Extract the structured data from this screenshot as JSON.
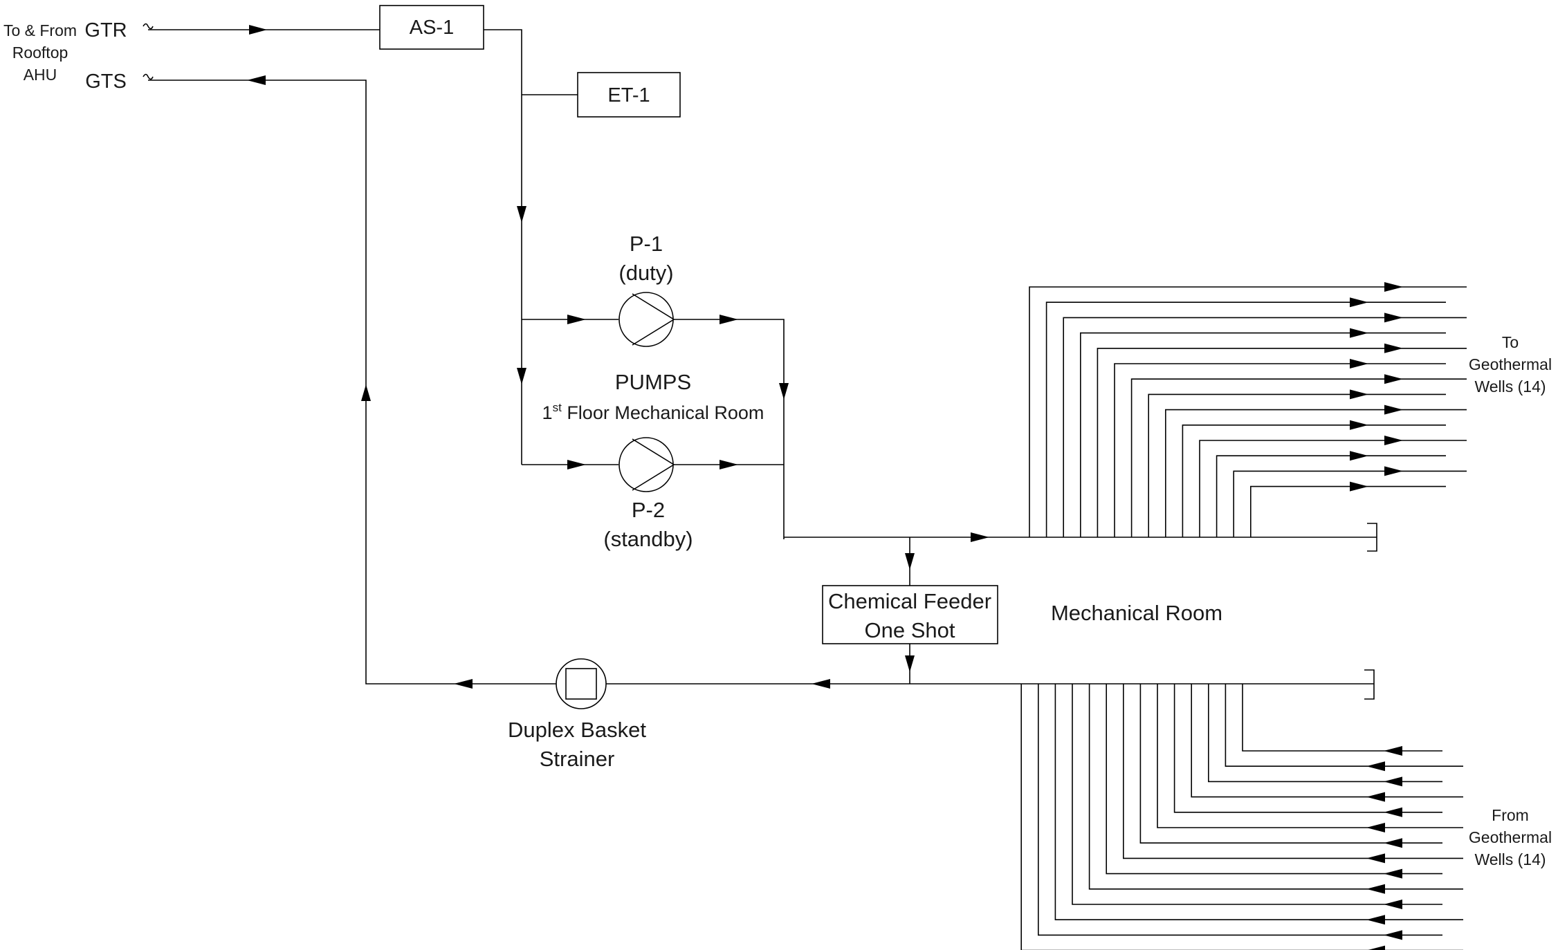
{
  "diagram": {
    "line_color": "#000000",
    "background": "#ffffff",
    "rooftop_label": [
      "To & From",
      "Rooftop",
      "AHU"
    ],
    "gtr_label": "GTR",
    "gts_label": "GTS",
    "air_separator": "AS-1",
    "expansion_tank": "ET-1",
    "pump1": {
      "tag": "P-1",
      "role": "(duty)"
    },
    "pump2": {
      "tag": "P-2",
      "role": "(standby)"
    },
    "pumps_title": "PUMPS",
    "pumps_location": {
      "ordinal": "1",
      "superscript": "st",
      "rest": " Floor Mechanical Room"
    },
    "chemical_feeder": [
      "Chemical Feeder",
      "One Shot"
    ],
    "mechanical_room": "Mechanical Room",
    "strainer": [
      "Duplex Basket",
      "Strainer"
    ],
    "to_wells": [
      "To",
      "Geothermal",
      "Wells (14)"
    ],
    "from_wells": [
      "From",
      "Geothermal",
      "Wells (14)"
    ],
    "well_count": 14
  }
}
